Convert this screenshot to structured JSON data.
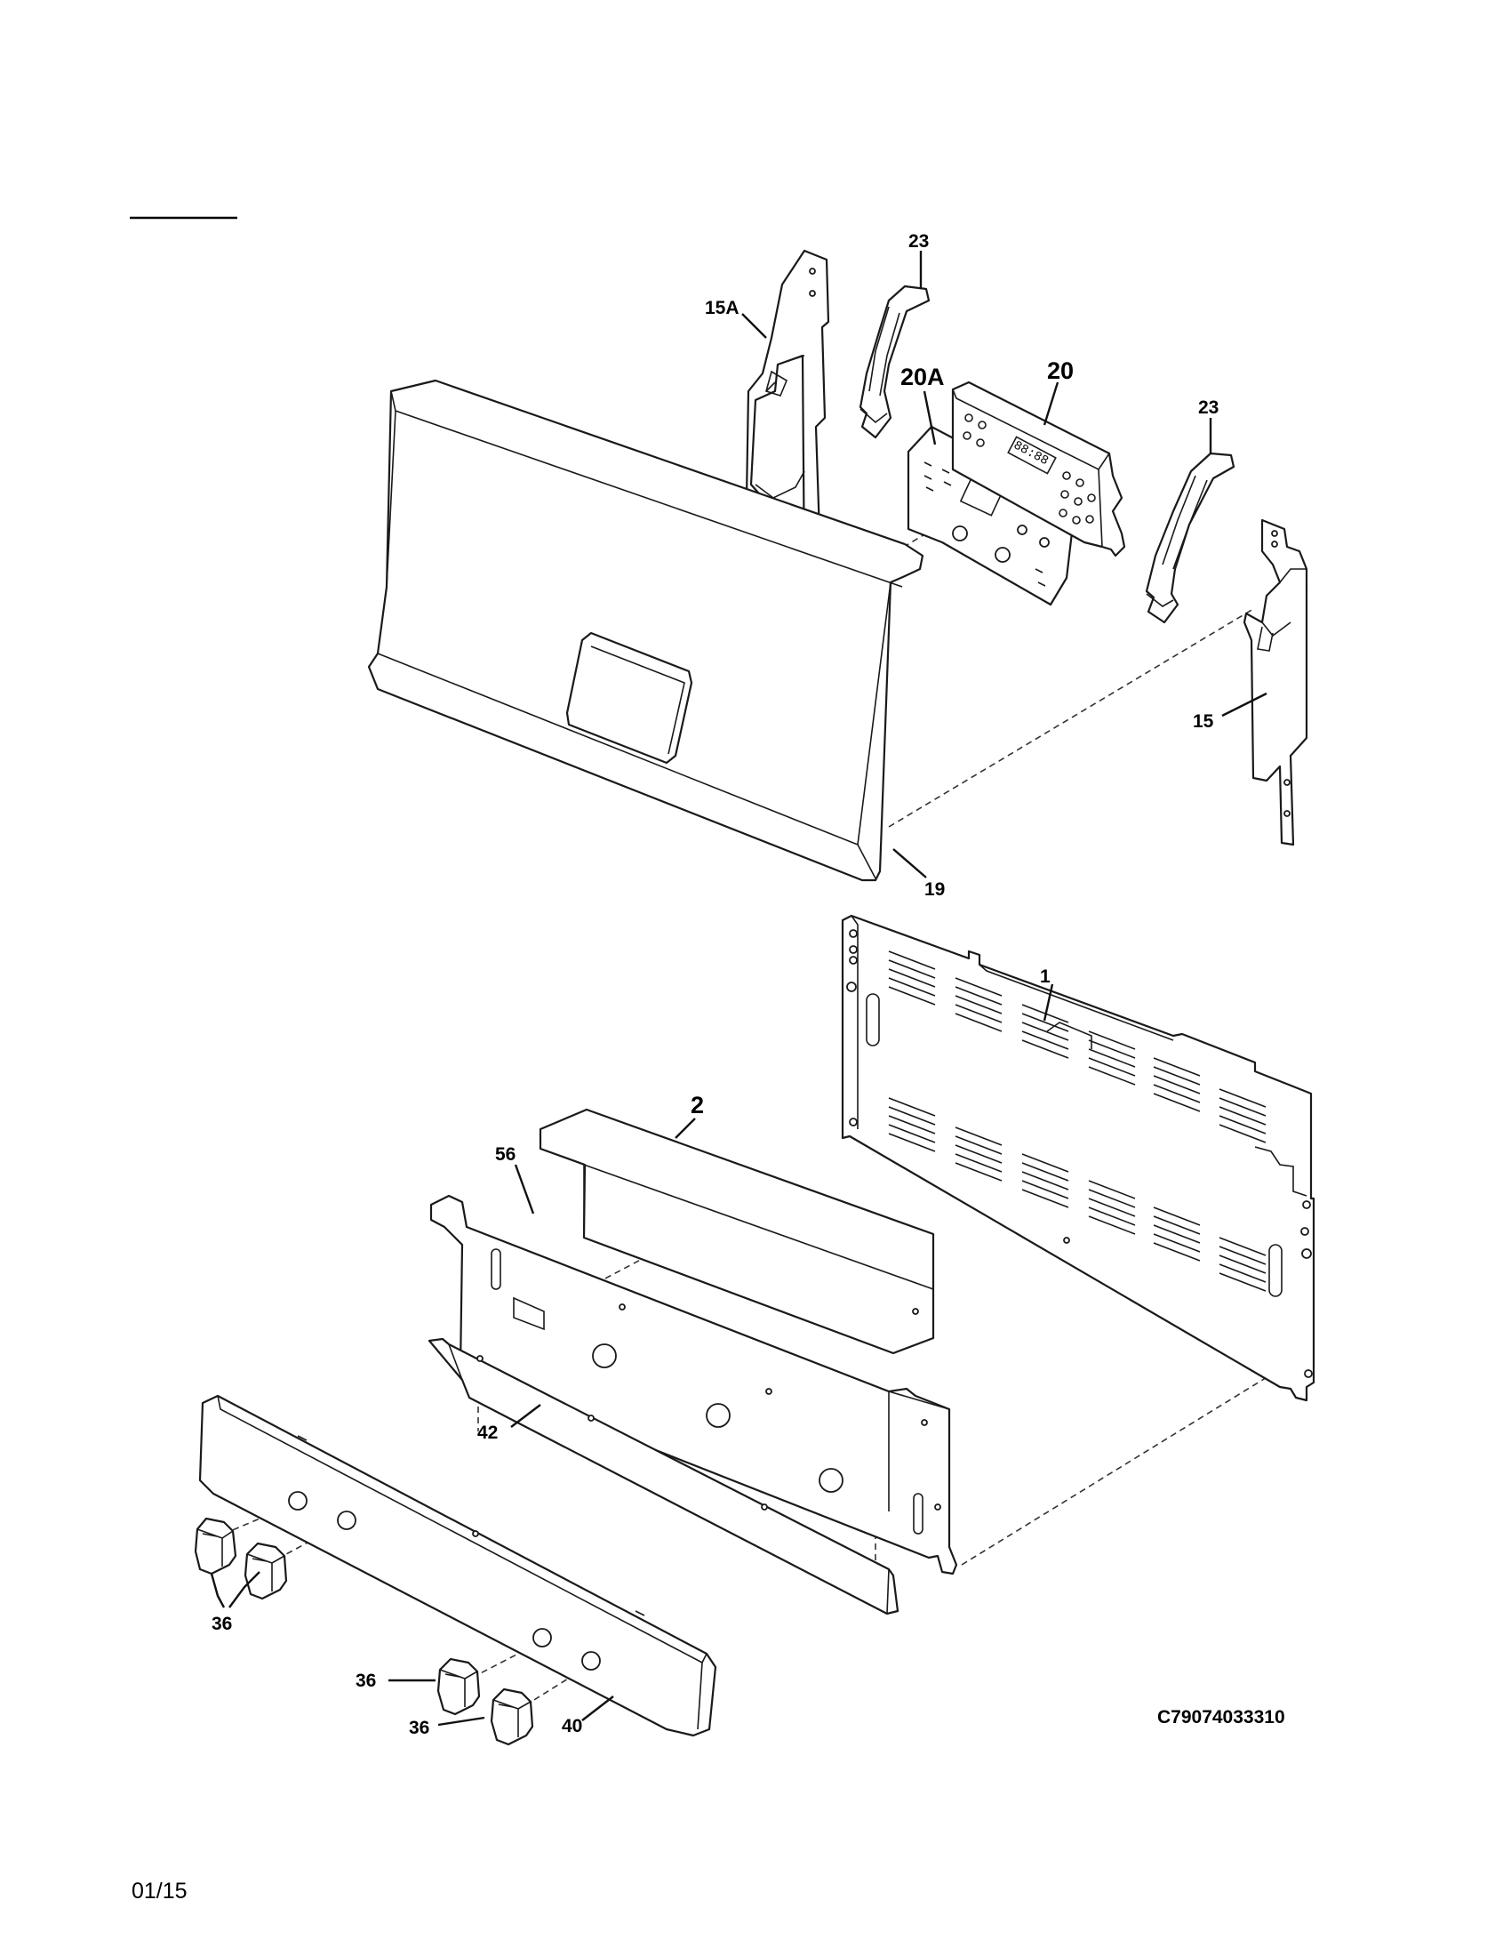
{
  "diagram": {
    "callouts": {
      "p15a": "15A",
      "p23_left": "23",
      "p20a": "20A",
      "p20": "20",
      "p23_right": "23",
      "p15": "15",
      "p19": "19",
      "p1": "1",
      "p2": "2",
      "p56": "56",
      "p42": "42",
      "p36_a": "36",
      "p36_b": "36",
      "p36_c": "36",
      "p40": "40"
    },
    "display_digits": "88:88",
    "drawing_code": "C79074033310",
    "date_code": "01/15"
  }
}
